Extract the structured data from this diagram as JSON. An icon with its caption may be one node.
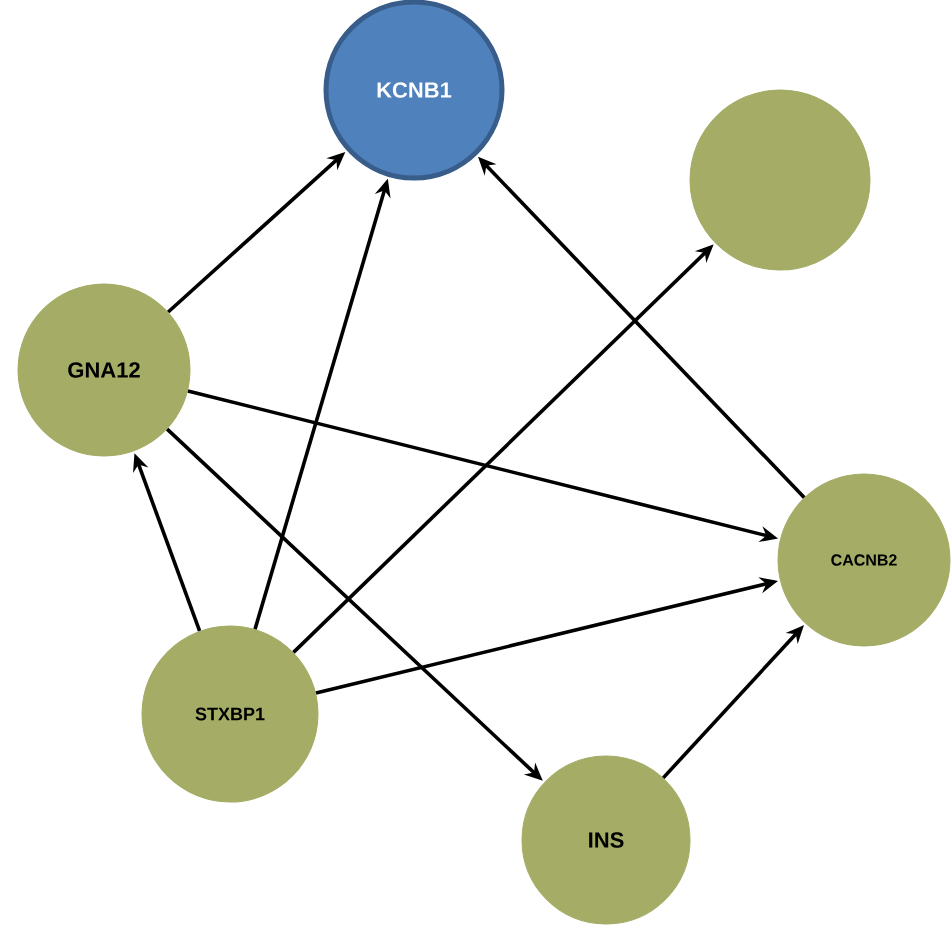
{
  "diagram": {
    "nodes": [
      {
        "text": [
          "KCNB1"
        ]
      },
      {
        "text": [],
        "shape": "circle"
      },
      {
        "text": [
          "GNA12"
        ]
      },
      {
        "text": [
          "CACNB2"
        ]
      },
      {
        "text": [
          "STXBP1"
        ]
      },
      {
        "text": [
          "INS"
        ]
      }
    ],
    "edges": [
      {
        "from": 2,
        "to": 0,
        "arrow": "to"
      },
      {
        "from": 4,
        "to": 0,
        "arrow": "to"
      },
      {
        "from": 3,
        "to": 0,
        "arrow": "to"
      },
      {
        "from": 4,
        "to": 1,
        "arrow": "to"
      },
      {
        "from": 2,
        "to": 3,
        "arrow": "to"
      },
      {
        "from": 4,
        "to": 2,
        "arrow": "to"
      },
      {
        "from": 4,
        "to": 3,
        "arrow": "to"
      },
      {
        "from": 2,
        "to": 5,
        "arrow": "to"
      },
      {
        "from": 5,
        "to": 3,
        "arrow": "to"
      }
    ]
  }
}
